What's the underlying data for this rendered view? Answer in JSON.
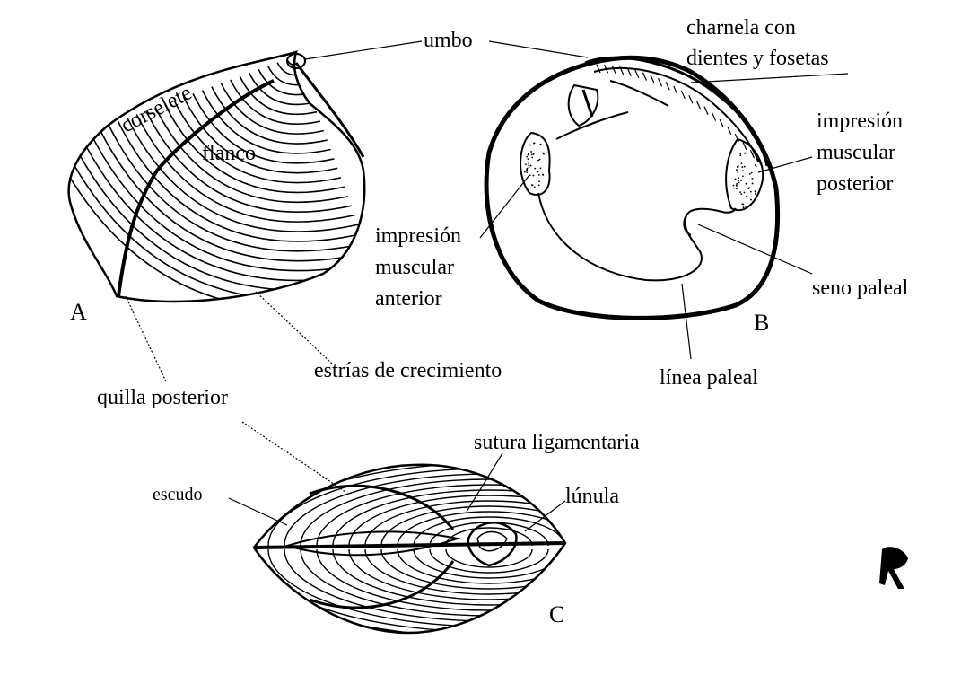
{
  "figure": {
    "panels": {
      "a": "A",
      "b": "B",
      "c": "C"
    },
    "labels": {
      "umbo": "umbo",
      "charnela_line1": "charnela con",
      "charnela_line2": "dientes y fosetas",
      "corselete": "corselete",
      "flanco": "flanco",
      "imp_post_line1": "impresión",
      "imp_post_line2": "muscular",
      "imp_post_line3": "posterior",
      "imp_ant_line1": "impresión",
      "imp_ant_line2": "muscular",
      "imp_ant_line3": "anterior",
      "seno_paleal": "seno paleal",
      "estrias": "estrías de crecimiento",
      "linea_paleal": "línea paleal",
      "quilla": "quilla posterior",
      "sutura": "sutura ligamentaria",
      "escudo": "escudo",
      "lunula": "lúnula"
    }
  }
}
